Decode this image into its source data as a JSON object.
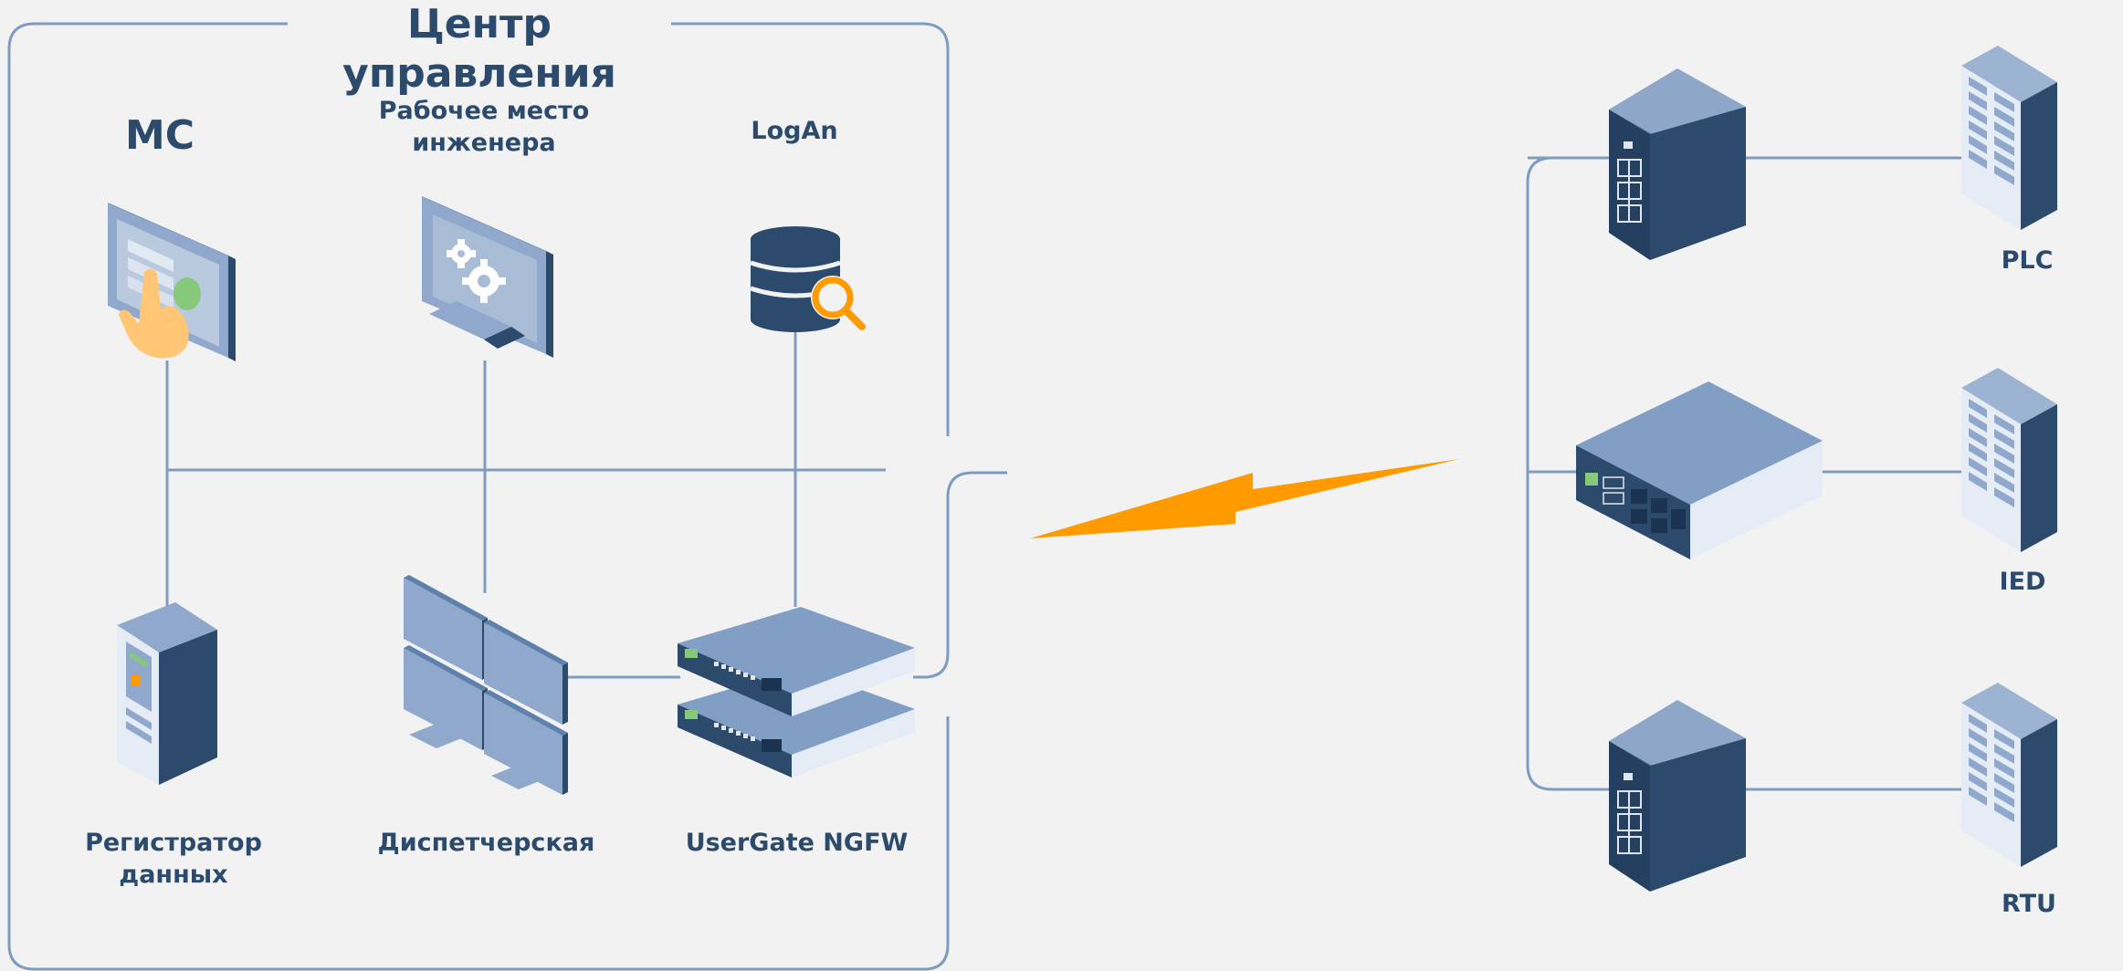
{
  "panel": {
    "title": "Центр управления"
  },
  "nodes": {
    "mc": {
      "label": "МС",
      "icon": "touch-monitor-icon"
    },
    "engineer": {
      "label_lines": [
        "Рабочее место",
        "инженера"
      ],
      "icon": "settings-monitor-icon"
    },
    "logan": {
      "label": "LogAn",
      "icon": "database-search-icon"
    },
    "registrar": {
      "label_lines": [
        "Регистратор",
        "данных"
      ],
      "icon": "server-tower-icon"
    },
    "dispatch": {
      "label": "Диспетчерская",
      "icon": "video-wall-icon"
    },
    "ngfw": {
      "label": "UserGate NGFW",
      "icon": "firewall-appliance-icon"
    },
    "plc": {
      "label": "PLC",
      "icon": "field-device-icon"
    },
    "ied": {
      "label": "IED",
      "icon": "field-device-icon"
    },
    "rtu": {
      "label": "RTU",
      "icon": "field-device-icon"
    }
  },
  "colors": {
    "background": "#f2f2f2",
    "line": "#7f9cc0",
    "dark": "#2c4a6b",
    "mid": "#7f9cc0",
    "light": "#e6ecf5",
    "accent": "#ff9b00",
    "green": "#86c97a"
  }
}
